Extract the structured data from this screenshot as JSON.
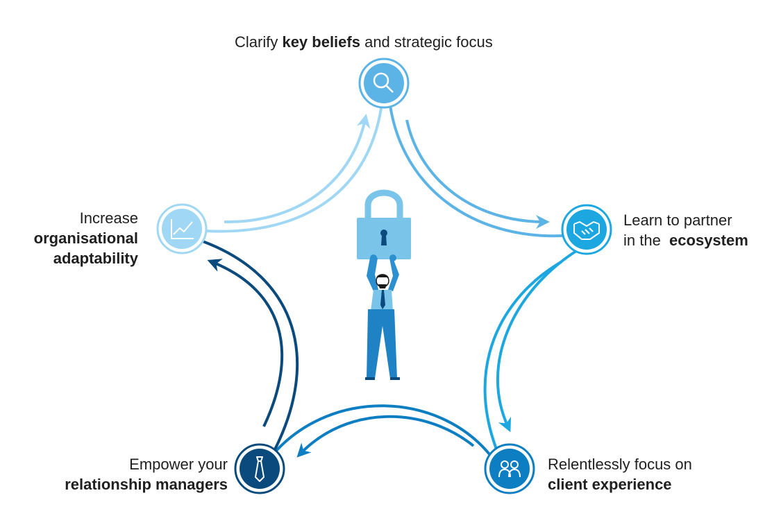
{
  "steps": {
    "top": {
      "pre": "Clarify ",
      "bold": "key beliefs",
      "post": " and strategic focus",
      "icon": "magnifier-icon",
      "color": "#5bb3e6"
    },
    "right": {
      "line1": "Learn to partner",
      "line2_pre": "in the  ",
      "line2_bold": "ecosystem",
      "icon": "handshake-icon",
      "color": "#1da7e0"
    },
    "bottom_right": {
      "line1": "Relentlessly focus on",
      "line2_bold": "client experience",
      "icon": "people-icon",
      "color": "#0e7ec2"
    },
    "bottom_left": {
      "line1": "Empower your",
      "line2_bold": "relationship managers",
      "icon": "tie-icon",
      "color": "#0b4a7c"
    },
    "left": {
      "line1": "Increase",
      "line2_bold": "organisational",
      "line3_bold": "adaptability",
      "icon": "chart-icon",
      "color": "#9fd7f4"
    }
  },
  "center": {
    "illustration": "person-holding-padlock",
    "padlock_color": "#7ac4ea",
    "person_color": "#1e82c4"
  }
}
